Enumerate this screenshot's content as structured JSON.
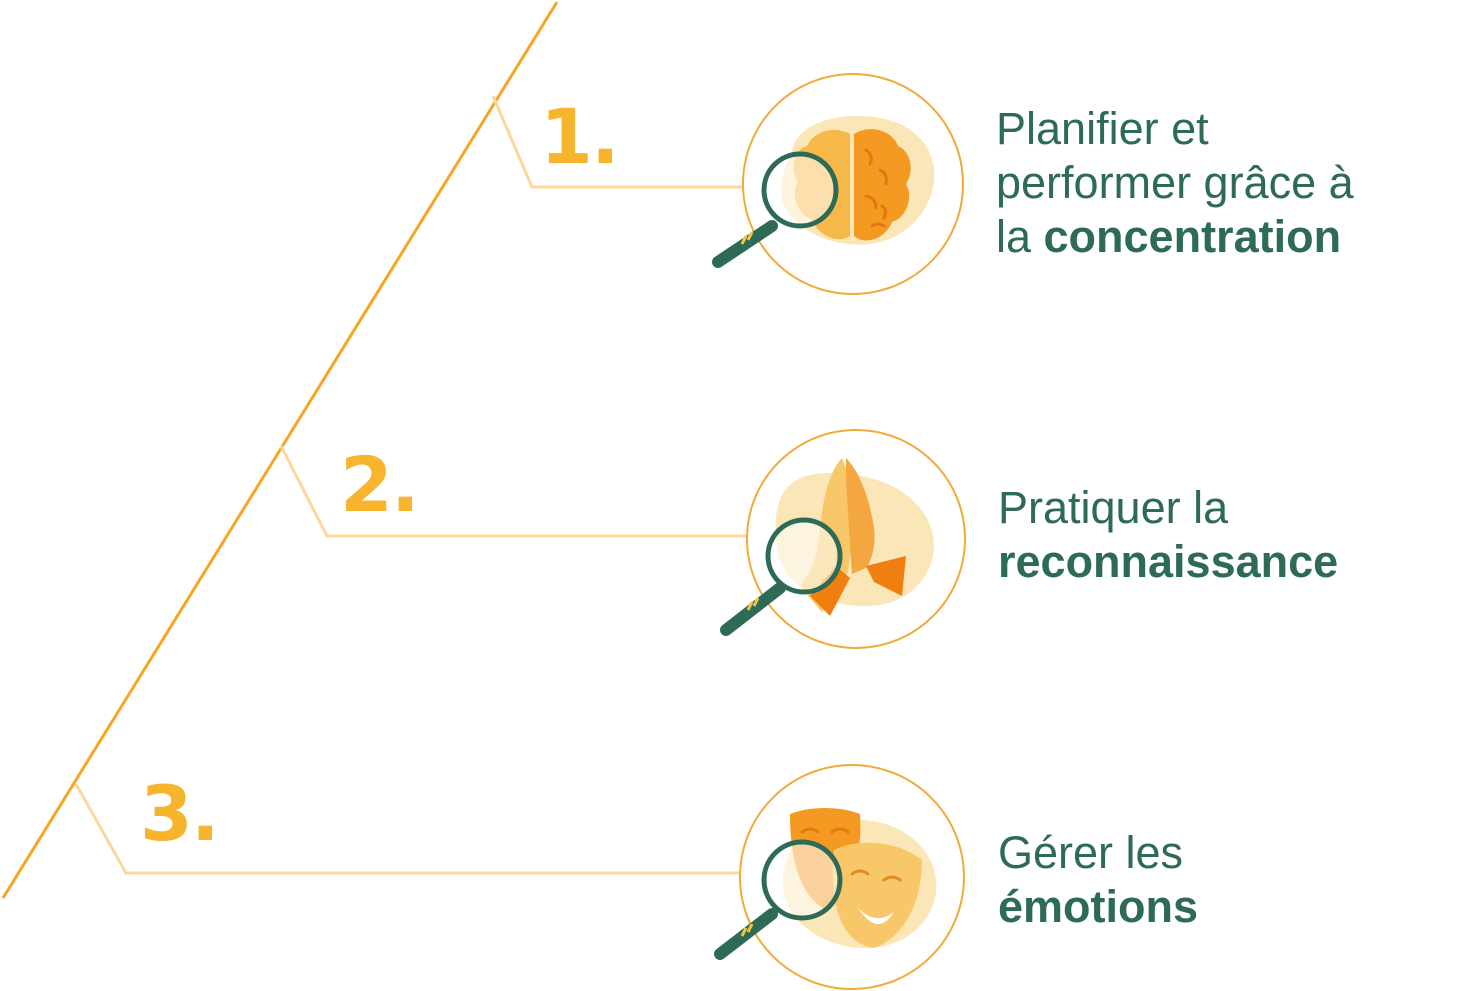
{
  "colors": {
    "line": "#f5a623",
    "connector": "#fcd79a",
    "number": "#f6b52c",
    "text": "#2e6b57",
    "circle": "#f2a93b",
    "blob": "#fbe6b8",
    "orange": "#f49a22",
    "light_orange": "#f8c76a",
    "dark_orange": "#f07f10",
    "magnifier": "#2e6b57",
    "lens": "#ffffff"
  },
  "steps": [
    {
      "number": "1.",
      "line1": "Planifier et",
      "line2": "performer grâce à",
      "line3_plain": "la ",
      "line3_bold": "concentration",
      "icon": "brain-icon"
    },
    {
      "number": "2.",
      "line1": "Pratiquer la",
      "line2_bold": "reconnaissance",
      "icon": "praying-hands-icon"
    },
    {
      "number": "3.",
      "line1": "Gérer les",
      "line2_bold": "émotions",
      "icon": "theater-masks-icon"
    }
  ]
}
